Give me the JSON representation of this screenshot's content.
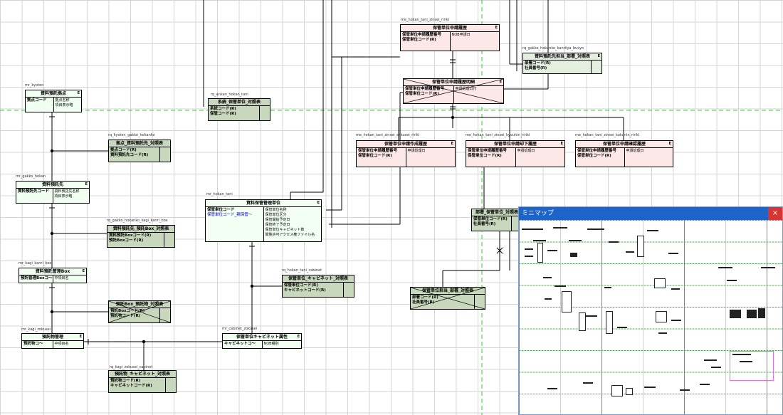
{
  "entities": [
    {
      "id": "kyoten",
      "label": "mr_kyoten",
      "title": "資料預託拠点",
      "type": "master",
      "key": "E",
      "left": [
        "拠点コード"
      ],
      "right": [
        "拠点名称",
        "項目表示略"
      ]
    },
    {
      "id": "gakko_hokan",
      "label": "mr_gakko_hokan",
      "title": "資料預託先",
      "type": "master",
      "key": "E",
      "left": [
        "資料預託先コード"
      ],
      "right": [
        "資料預託先名称",
        "項目表示略"
      ]
    },
    {
      "id": "kagi_kanri",
      "label": "mr_kagi_kanri_box",
      "title": "資料預託管理Box",
      "type": "master",
      "key": "E",
      "left": [
        "預託管理Boxコ〜"
      ],
      "right": [
        "中項目名"
      ]
    },
    {
      "id": "kagi_zokusei",
      "label": "mr_kagi_zokusei",
      "title": "預託物管理",
      "type": "master",
      "key": "E",
      "left": [
        "預託物コ〜"
      ],
      "right": [
        "中項目名"
      ]
    },
    {
      "id": "rel_kyoten",
      "label": "rq_kyoten_gakko_hokanko",
      "title": "拠点_資料預託先_対照表",
      "type": "rel",
      "left": [
        "拠点コード(R)",
        "資料預託先コード(R)"
      ],
      "right": []
    },
    {
      "id": "rel_kagi",
      "label": "rq_gakko_hokanko_kagi_kanri_box",
      "title": "資料預託先_預託Box_対照表",
      "type": "rel",
      "left": [
        "資料預託Boxコード(R)",
        "預託Boxコード(R)"
      ],
      "right": []
    },
    {
      "id": "rel_box",
      "label": "",
      "title": "預託Box_預託物_対照表",
      "type": "rel",
      "cross": true,
      "left": [
        "預託Boxコード(R)",
        "預託物コード(R)"
      ],
      "right": []
    },
    {
      "id": "rel_cab",
      "label": "rq_kagi_zokusei_cabinet",
      "title": "預託物_キャビネット_対照表",
      "type": "rel",
      "left": [
        "預託物コード(R)",
        "キャビネットコード(R)"
      ],
      "right": []
    },
    {
      "id": "ankan",
      "label": "rq_ankan_hokan_tani",
      "title": "系統_保管単位_対照表",
      "type": "rel",
      "left": [
        "系統コード(R)",
        "保管コード(R)"
      ],
      "right": []
    },
    {
      "id": "hokan_tani",
      "label": "mr_hokan_tani",
      "title": "資料保管管理単位",
      "type": "big",
      "key": "E",
      "left": [
        "保管単位コード",
        "保管単位コード_親保管〜"
      ],
      "right": [
        "保管単位名称",
        "保管単位区分",
        "保管開始予定日",
        "保管終了予定日",
        "保管単位キャビネット数",
        "閲覧許可アクセス権ファイル名"
      ]
    },
    {
      "id": "rel_hokan_cab",
      "label": "rq_hokan_tani_cabinet",
      "title": "保管単位_キャビネット_対照表",
      "type": "rel",
      "left": [
        "保管単位コード(R)",
        "キャビネットコード(R)"
      ],
      "right": []
    },
    {
      "id": "cabinet",
      "label": "mr_cabinet_zokusei",
      "title": "保管単位キャビネット属性",
      "type": "master",
      "key": "E",
      "left": [
        "キャビネットコ〜"
      ],
      "right": [
        "NOB種別"
      ]
    },
    {
      "id": "shinsei",
      "label": "me_hokan_tani_zinsei_ririki",
      "title": "保管単位申請履歴",
      "type": "pink",
      "key": "E",
      "left": [
        "保管単位申請履歴番号",
        "保管単位コード(R)"
      ],
      "right": [
        "NOB申請日"
      ]
    },
    {
      "id": "kanriiya",
      "label": "rq_gakko_hokanko_kanriiya_busyo",
      "title": "資料預託先担当_部署_対照表",
      "type": "rel",
      "key": "E",
      "left": [
        "部署コード(R)",
        "社員番号(R)"
      ],
      "right": []
    },
    {
      "id": "shinsei2",
      "label": "",
      "title": "保管単位申請履歴明細",
      "type": "pink",
      "key": "E",
      "cross": true,
      "left": [
        "保管単位申請履歴番号",
        "保管単位コード(R)"
      ],
      "right": [
        "申請処理日付"
      ]
    },
    {
      "id": "sakusei",
      "label": "me_hokan_tani_zinsei_sakusei_ririki",
      "title": "保管単位申請作成履歴",
      "type": "pink",
      "key": "E",
      "left": [
        "保管単位申請履歴番号",
        "保管単位コード(R)"
      ],
      "right": [
        "申請処理日"
      ]
    },
    {
      "id": "kyouhin",
      "label": "me_hokan_tani_zinsei_kyouhin_ririki",
      "title": "保管単位申請却下履歴",
      "type": "pink",
      "key": "E",
      "left": [
        "保管単位申請履歴番号",
        "保管単位コード(R)"
      ],
      "right": [
        "申請処理日"
      ]
    },
    {
      "id": "kakunin",
      "label": "me_hokan_tani_zinsei_kakunin_ririki",
      "title": "保管単位申請確認履歴",
      "type": "pink",
      "key": "E",
      "left": [
        "保管単位申請履歴番号",
        "保管単位コード(R)"
      ],
      "right": [
        "申請処理日"
      ]
    },
    {
      "id": "busho",
      "label": "",
      "title": "部署_保管単位_対照表",
      "type": "rel",
      "key": "E",
      "left": [
        "保管単位コード(R)",
        "社員番号(R)"
      ],
      "right": []
    },
    {
      "id": "busho2",
      "label": "",
      "title": "保管単位担当_部署_対照表",
      "type": "rel",
      "cross": true,
      "left": [
        "部署コード(R)",
        "社員番号(R)"
      ],
      "right": []
    }
  ],
  "minimap": {
    "title": "ミニマップ",
    "close": "×"
  }
}
